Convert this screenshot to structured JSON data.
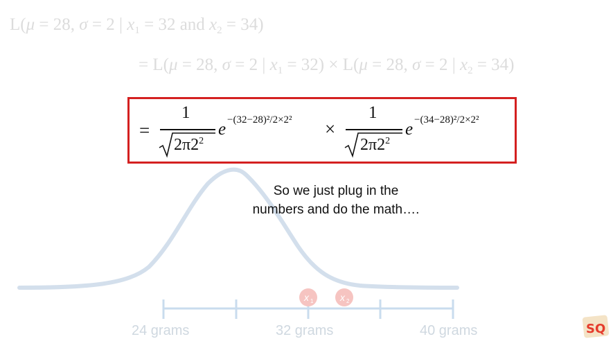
{
  "equation": {
    "line1": {
      "prefix": "L(",
      "mu_sym": "μ",
      "mu_val": " = 28, ",
      "sigma_sym": "σ",
      "sigma_val": " = 2 | ",
      "x1_sym": "x",
      "x1_sub": "1",
      "x1_val": " = 32 and ",
      "x2_sym": "x",
      "x2_sub": "2",
      "x2_val": " = 34)"
    },
    "line2": {
      "eq": "= ",
      "l1": "L(",
      "mu1_sym": "μ",
      "mu1_val": " = 28, ",
      "sig1_sym": "σ",
      "sig1_val": " = 2 | ",
      "x1_sym": "x",
      "x1_sub": "1",
      "x1_val": " = 32) × ",
      "l2": "L(",
      "mu2_sym": "μ",
      "mu2_val": " = 28, ",
      "sig2_sym": "σ",
      "sig2_val": " = 2 | ",
      "x2_sym": "x",
      "x2_sub": "2",
      "x2_val": " = 34)"
    },
    "boxed": {
      "equals": "=",
      "num1": "1",
      "den1": "2π2",
      "den1_exp": "2",
      "base1": "e",
      "exp1": "−(32−28)²/2×2²",
      "times": "×",
      "num2": "1",
      "den2": "2π2",
      "den2_exp": "2",
      "base2": "e",
      "exp2": "−(34−28)²/2×2²"
    }
  },
  "caption": {
    "line1": "So we just plug in the",
    "line2": "numbers and do the math…."
  },
  "axis": {
    "labels": [
      "24 grams",
      "32 grams",
      "40 grams"
    ]
  },
  "markers": [
    {
      "letter": "x",
      "sub": "1"
    },
    {
      "letter": "x",
      "sub": "2"
    }
  ],
  "logo": {
    "text": "SQ"
  },
  "colors": {
    "curve": "#d3dfec",
    "axis": "#c9dcee",
    "marker": "#f6c4c1",
    "box_border": "#d42020",
    "faded_text": "#dcdcdc"
  }
}
